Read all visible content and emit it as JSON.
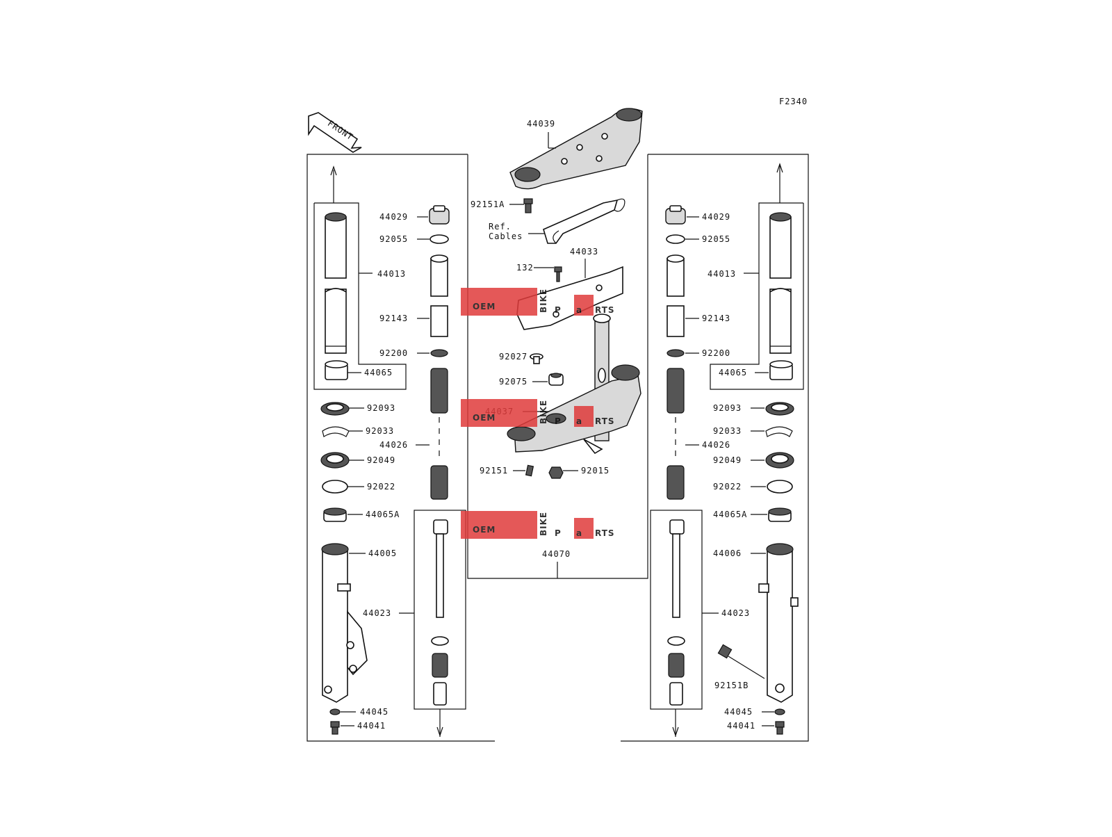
{
  "diagram": {
    "figure_code": "F2340",
    "front_label": "FRONT",
    "ref_label_line1": "Ref.",
    "ref_label_line2": "Cables",
    "parts": {
      "p44039": "44039",
      "p92151A": "92151A",
      "p44033": "44033",
      "p132": "132",
      "p92027": "92027",
      "p92075": "92075",
      "p44037": "44037",
      "p92151": "92151",
      "p92015": "92015",
      "p44070": "44070",
      "p44029": "44029",
      "p92055": "92055",
      "p44013": "44013",
      "p92143": "92143",
      "p92200": "92200",
      "p44065": "44065",
      "p92093": "92093",
      "p92033": "92033",
      "p44026": "44026",
      "p92049": "92049",
      "p92022": "92022",
      "p44065A": "44065A",
      "p44005": "44005",
      "p44006": "44006",
      "p44023": "44023",
      "p44045": "44045",
      "p44041": "44041",
      "p92151B": "92151B"
    }
  },
  "watermark": {
    "oem": "OEM",
    "bike": "BIKE",
    "parts_p": "P",
    "parts_a": "a",
    "parts_rts": "RTS"
  },
  "colors": {
    "watermark_red": "#e03b3b",
    "watermark_gray": "#bbbbbb",
    "line": "#111111"
  }
}
